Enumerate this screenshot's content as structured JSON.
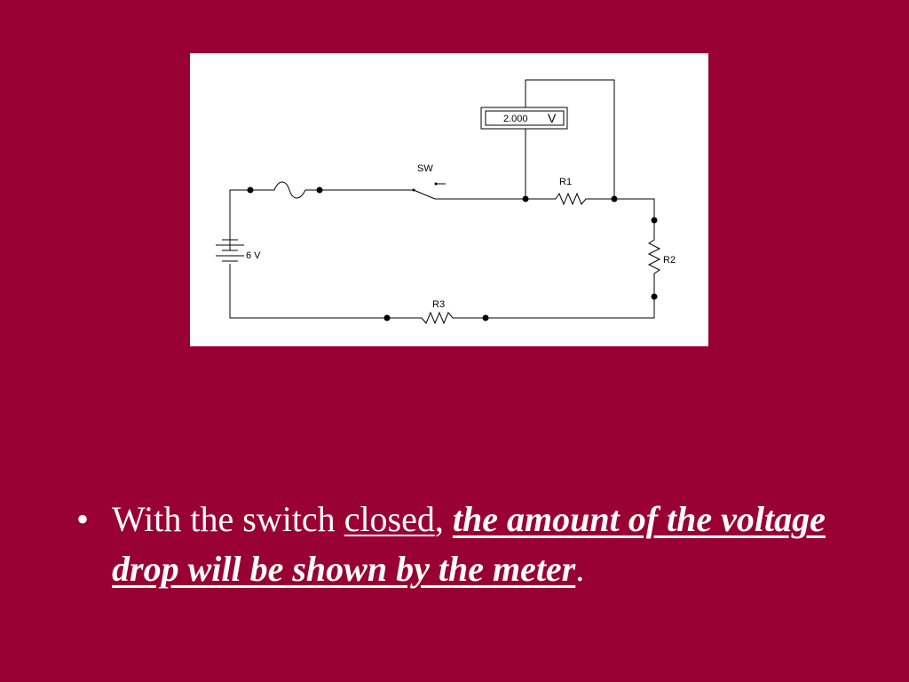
{
  "diagram": {
    "meter_reading": "2.000",
    "meter_unit": "V",
    "switch_label": "SW",
    "battery_label": "6 V",
    "r1_label": "R1",
    "r2_label": "R2",
    "r3_label": "R3"
  },
  "caption": {
    "bullet": "•",
    "part1": "With the switch ",
    "part2": "closed",
    "part3": ", ",
    "part4": "the amount of the voltage drop will be shown by the  meter",
    "part5": "."
  }
}
